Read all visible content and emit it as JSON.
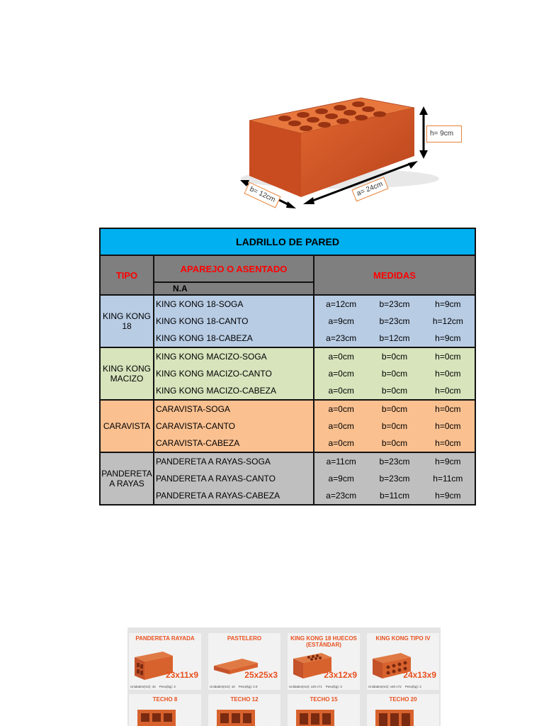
{
  "figure": {
    "label_h": "h= 9cm",
    "label_b": "b= 12cm",
    "label_a": "a= 24cm"
  },
  "table": {
    "title": "LADRILLO DE PARED",
    "col_tipo": "TIPO",
    "col_aparejo": "APAREJO O ASENTADO",
    "col_na": "N.A",
    "col_medidas": "MEDIDAS",
    "groups": [
      {
        "tipo": "KING KONG 18",
        "rows": [
          {
            "name": "KING KONG 18-SOGA",
            "a": "a=12cm",
            "b": "b=23cm",
            "h": "h=9cm"
          },
          {
            "name": "KING KONG 18-CANTO",
            "a": "a=9cm",
            "b": "b=23cm",
            "h": "h=12cm"
          },
          {
            "name": "KING KONG 18-CABEZA",
            "a": "a=23cm",
            "b": "b=12cm",
            "h": "h=9cm"
          }
        ]
      },
      {
        "tipo": "KING KONG MACIZO",
        "rows": [
          {
            "name": "KING KONG MACIZO-SOGA",
            "a": "a=0cm",
            "b": "b=0cm",
            "h": "h=0cm"
          },
          {
            "name": "KING KONG MACIZO-CANTO",
            "a": "a=0cm",
            "b": "b=0cm",
            "h": "h=0cm"
          },
          {
            "name": "KING KONG MACIZO-CABEZA",
            "a": "a=0cm",
            "b": "b=0cm",
            "h": "h=0cm"
          }
        ]
      },
      {
        "tipo": "CARAVISTA",
        "rows": [
          {
            "name": "CARAVISTA-SOGA",
            "a": "a=0cm",
            "b": "b=0cm",
            "h": "h=0cm"
          },
          {
            "name": "CARAVISTA-CANTO",
            "a": "a=0cm",
            "b": "b=0cm",
            "h": "h=0cm"
          },
          {
            "name": "CARAVISTA-CABEZA",
            "a": "a=0cm",
            "b": "b=0cm",
            "h": "h=0cm"
          }
        ]
      },
      {
        "tipo": "PANDERETA A RAYAS",
        "rows": [
          {
            "name": "PANDERETA A RAYAS-SOGA",
            "a": "a=11cm",
            "b": "b=23cm",
            "h": "h=9cm"
          },
          {
            "name": "PANDERETA A RAYAS-CANTO",
            "a": "a=9cm",
            "b": "b=23cm",
            "h": "h=11cm"
          },
          {
            "name": "PANDERETA A RAYAS-CABEZA",
            "a": "a=23cm",
            "b": "b=11cm",
            "h": "h=9cm"
          }
        ]
      }
    ]
  },
  "catalog": {
    "items": [
      {
        "title": "PANDERETA RAYADA",
        "size": "23x11x9",
        "units": "Unidades(m2): 42",
        "weight": "Peso(kg): 3"
      },
      {
        "title": "PASTELERO",
        "size": "25x25x3",
        "units": "Unidades(m2): 16",
        "weight": "Peso(kg): 2.9"
      },
      {
        "title": "KING KONG 18 HUECOS (ESTÁNDAR)",
        "size": "23x12x9",
        "units": "Unidades(m2): x40-c71",
        "weight": "Peso(kg): 3"
      },
      {
        "title": "KING KONG TIPO IV",
        "size": "24x13x9",
        "units": "Unidades(m2): x40-c72",
        "weight": "Peso(kg): 4"
      },
      {
        "title": "TECHO 8",
        "size": "",
        "units": "",
        "weight": ""
      },
      {
        "title": "TECHO 12",
        "size": "",
        "units": "",
        "weight": ""
      },
      {
        "title": "TECHO 15",
        "size": "",
        "units": "",
        "weight": ""
      },
      {
        "title": "TECHO 20",
        "size": "",
        "units": "",
        "weight": ""
      }
    ]
  },
  "colors": {
    "title_bar": "#00b0f0",
    "header": "#7f7f7f",
    "header_text": "#ff0000",
    "group_blue": "#b8cce4",
    "group_green": "#d7e4bc",
    "group_orange": "#fac090",
    "group_gray": "#bfbfbf",
    "brick": "#d4572a"
  }
}
